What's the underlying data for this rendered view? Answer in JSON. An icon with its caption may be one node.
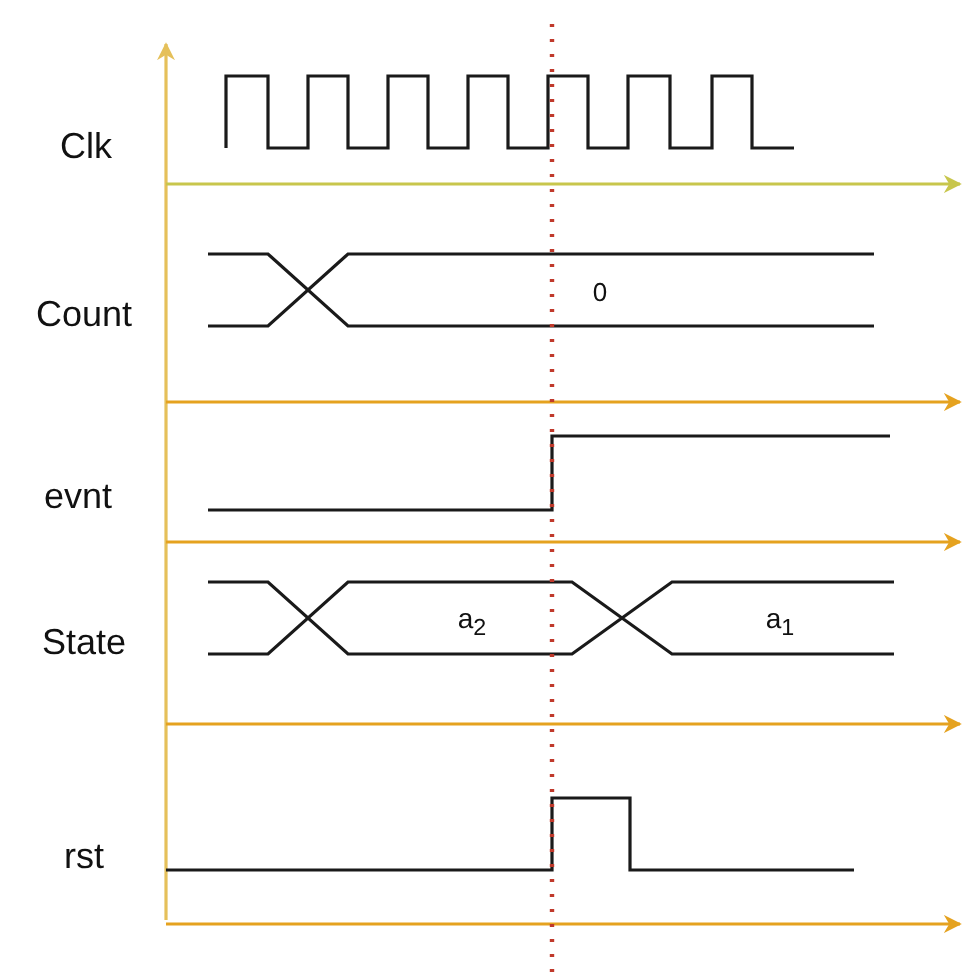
{
  "diagram": {
    "labels": [
      "Clk",
      "Count",
      "0",
      "evnt",
      "State",
      "a$_{2}$",
      "a$_{1}$",
      "rst"
    ]
  }
}
